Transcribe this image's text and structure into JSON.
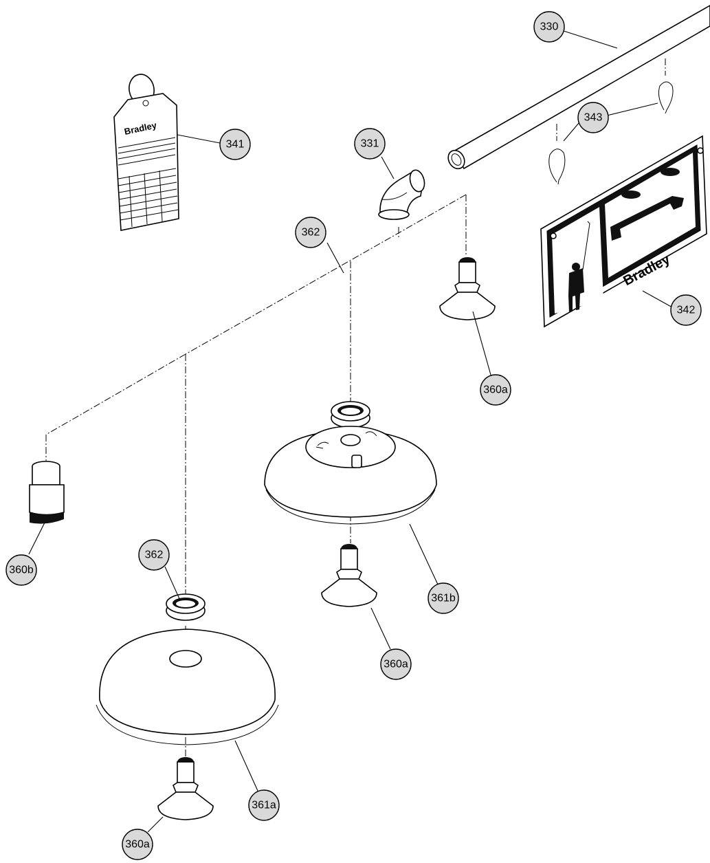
{
  "callouts": [
    {
      "id": "c330",
      "label": "330"
    },
    {
      "id": "c331",
      "label": "331"
    },
    {
      "id": "c341",
      "label": "341"
    },
    {
      "id": "c343",
      "label": "343"
    },
    {
      "id": "c342",
      "label": "342"
    },
    {
      "id": "c360a_top",
      "label": "360a"
    },
    {
      "id": "c362_mid",
      "label": "362"
    },
    {
      "id": "c361b",
      "label": "361b"
    },
    {
      "id": "c360a_mid",
      "label": "360a"
    },
    {
      "id": "c360b",
      "label": "360b"
    },
    {
      "id": "c362_low",
      "label": "362"
    },
    {
      "id": "c361a",
      "label": "361a"
    },
    {
      "id": "c360a_low",
      "label": "360a"
    }
  ],
  "tag": {
    "brand": "Bradley"
  },
  "sign": {
    "brand": "Bradley"
  },
  "colors": {
    "callout_fill": "#d9d9d9",
    "line": "#000000",
    "background": "#ffffff"
  }
}
